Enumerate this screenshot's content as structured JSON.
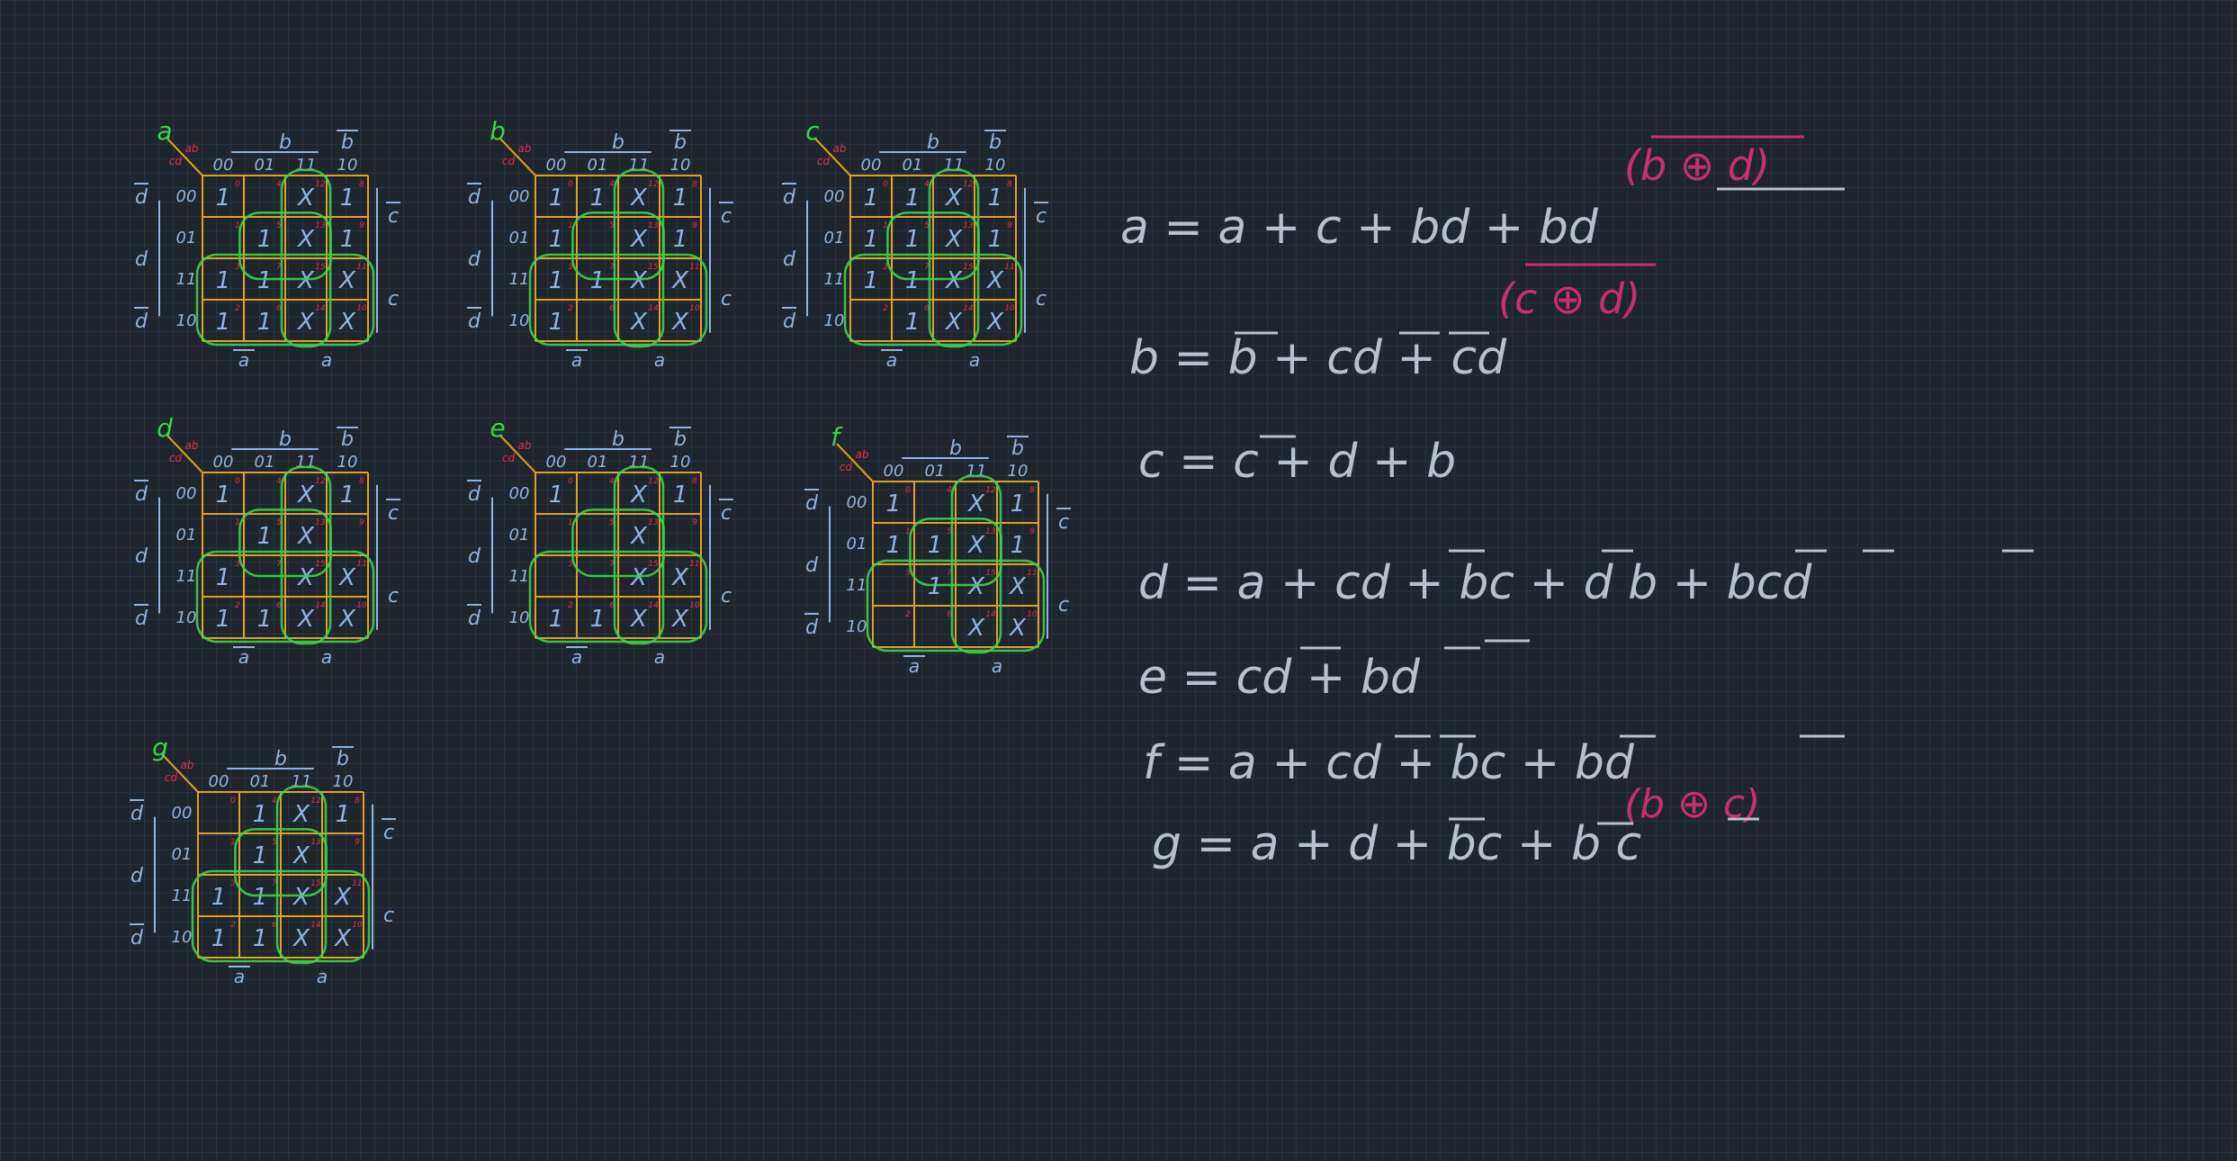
{
  "colors": {
    "background": "#1f252d",
    "grid_line": "#e0a020",
    "ink_blue": "#8fb4e0",
    "ink_red": "#e0304a",
    "ink_green": "#3cd24a",
    "ink_text": "#b8c0cc",
    "ink_pink": "#c8306a"
  },
  "map_labels": {
    "col_codes": [
      "00",
      "01",
      "11",
      "10"
    ],
    "row_codes": [
      "00",
      "01",
      "11",
      "10"
    ],
    "corner_left": "cd",
    "corner_right": "ab",
    "top_b": "b",
    "top_bbar": "b",
    "left_dbar": "d",
    "left_d": "d",
    "right_cbar": "c",
    "right_c": "c",
    "bottom_abar": "a",
    "bottom_a": "a"
  },
  "kmaps": [
    {
      "id": "a",
      "label": "a",
      "cells": [
        [
          "1",
          "",
          "X",
          "1"
        ],
        [
          "",
          "1",
          "X",
          "1"
        ],
        [
          "1",
          "1",
          "X",
          "X"
        ],
        [
          "1",
          "1",
          "X",
          "X"
        ]
      ]
    },
    {
      "id": "b",
      "label": "b",
      "cells": [
        [
          "1",
          "1",
          "X",
          "1"
        ],
        [
          "1",
          "",
          "X",
          "1"
        ],
        [
          "1",
          "1",
          "X",
          "X"
        ],
        [
          "1",
          "",
          "X",
          "X"
        ]
      ]
    },
    {
      "id": "c",
      "label": "c",
      "cells": [
        [
          "1",
          "1",
          "X",
          "1"
        ],
        [
          "1",
          "1",
          "X",
          "1"
        ],
        [
          "1",
          "1",
          "X",
          "X"
        ],
        [
          "",
          "1",
          "X",
          "X"
        ]
      ]
    },
    {
      "id": "d",
      "label": "d",
      "cells": [
        [
          "1",
          "",
          "X",
          "1"
        ],
        [
          "",
          "1",
          "X",
          ""
        ],
        [
          "1",
          "",
          "X",
          "X"
        ],
        [
          "1",
          "1",
          "X",
          "X"
        ]
      ]
    },
    {
      "id": "e",
      "label": "e",
      "cells": [
        [
          "1",
          "",
          "X",
          "1"
        ],
        [
          "",
          "",
          "X",
          ""
        ],
        [
          "",
          "",
          "X",
          "X"
        ],
        [
          "1",
          "1",
          "X",
          "X"
        ]
      ]
    },
    {
      "id": "f",
      "label": "f",
      "cells": [
        [
          "1",
          "",
          "X",
          "1"
        ],
        [
          "1",
          "1",
          "X",
          "1"
        ],
        [
          "",
          "1",
          "X",
          "X"
        ],
        [
          "",
          "",
          "X",
          "X"
        ]
      ]
    },
    {
      "id": "g",
      "label": "g",
      "cells": [
        [
          "",
          "1",
          "X",
          "1"
        ],
        [
          "",
          "1",
          "X",
          ""
        ],
        [
          "1",
          "1",
          "X",
          "X"
        ],
        [
          "1",
          "1",
          "X",
          "X"
        ]
      ]
    }
  ],
  "equations": {
    "a": {
      "main": "a  =   a   +   c    + bd + bd",
      "note": "(b ⊕ d)"
    },
    "b": {
      "main": "b = b   +  cd    + cd",
      "note": "(c ⊕ d)"
    },
    "c": {
      "main": "c  =   c   + d   +   b"
    },
    "d": {
      "main": "d  = a   +  cd   +  bc  +  d b  +  bcd"
    },
    "e": {
      "main": "e  =  cd  +  bd"
    },
    "f": {
      "main": "f  =  a  +  cd   + bc   +  bd"
    },
    "g": {
      "main": "g  = a  +    d   + bc  +  b c",
      "note": "(b ⊕ c)"
    }
  }
}
